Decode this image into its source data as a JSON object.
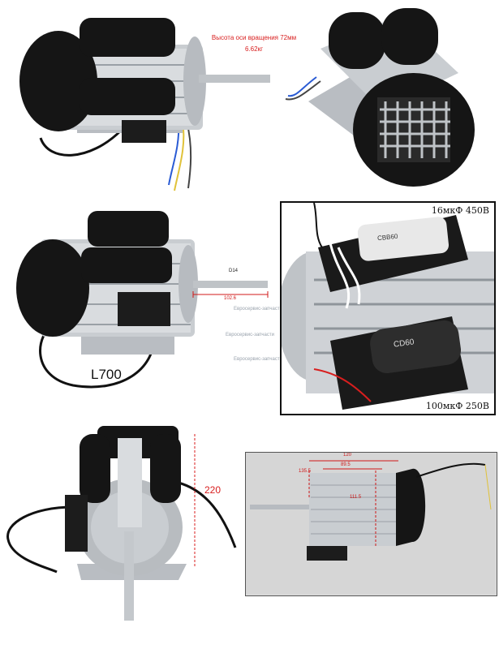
{
  "panel1": {
    "spec_line1": "Высота оси вращения 72мм",
    "spec_line2": "6.62кг"
  },
  "panel3": {
    "shaft_diameter": "D14",
    "shaft_length": "102.6",
    "label": "L700",
    "watermarks": [
      "Евросервис-запчасти",
      "Евросервис-запчасти",
      "Евросервис-запчасти"
    ]
  },
  "panel4": {
    "capacitor_top": "16мкФ 450В",
    "capacitor_bottom": "100мкФ 250В",
    "cap_text_top": "CBB60",
    "cap_text_bottom": "CD60"
  },
  "panel5": {
    "height": "220"
  },
  "panel6": {
    "dim_width": "120",
    "dim_inner": "89.5",
    "dim_left": "135.5",
    "dim_height": "111.5"
  },
  "colors": {
    "accent_red": "#d81e1e",
    "frame": "#111111",
    "motor_black": "#151515",
    "aluminium": "#c9cdd1"
  }
}
